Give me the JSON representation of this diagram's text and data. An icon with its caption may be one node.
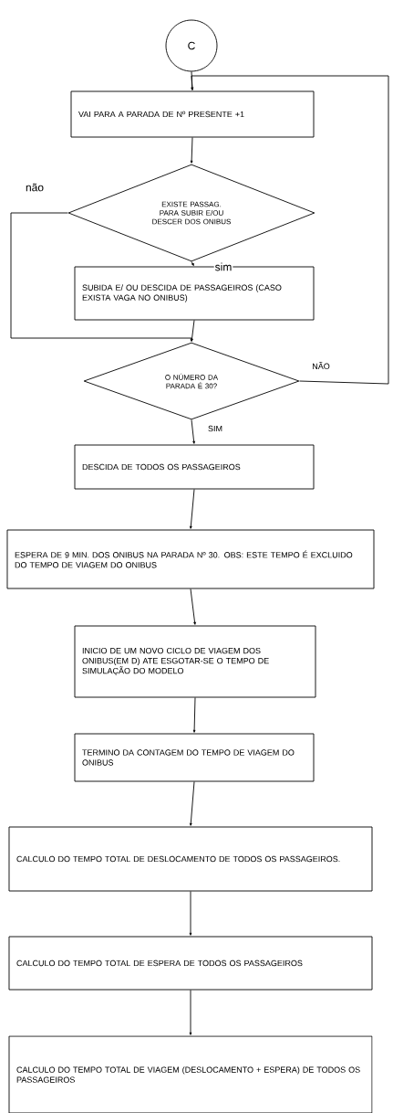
{
  "diagram": {
    "nodes": [
      {
        "text": [
          "C"
        ]
      },
      {
        "text": [
          "VAI PARA A PARADA DE Nº PRESENTE +1"
        ]
      },
      {
        "text": [
          "EXISTE PASSAG. PARA SUBIR E/OU DESCER DOS ONIBUS"
        ]
      },
      {
        "text": [
          "SUBIDA E/ OU DESCIDA DE PASSAGEIROS (CASO EXISTA VAGA NO ONIBUS)"
        ]
      },
      {
        "text": [
          "O NÚMERO DA PARADA É 30?"
        ]
      },
      {
        "text": [
          "DESCIDA DE TODOS OS PASSAGEIROS"
        ]
      },
      {
        "text": [
          "ESPERA DE 9 MIN. DOS ONIBUS NA PARADA Nº 30. OBS: ESTE TEMPO É EXCLUIDO DO TEMPO DE VIAGEM DO ONIBUS"
        ]
      },
      {
        "text": [
          "INICIO DE UM NOVO CICLO DE VIAGEM DOS ONIBUS(EM D) ATE ESGOTAR-SE O TEMPO DE SIMULAÇÃO DO MODELO"
        ]
      },
      {
        "text": [
          "TERMINO DA CONTAGEM DO TEMPO DE VIAGEM DO ONIBUS"
        ]
      },
      {
        "text": [
          "CALCULO DO TEMPO TOTAL DE DESLOCAMENTO DE TODOS OS PASSAGEIROS."
        ]
      },
      {
        "text": [
          "CALCULO DO TEMPO TOTAL DE ESPERA DE TODOS OS PASSAGEIROS"
        ]
      },
      {
        "text": [
          "CALCULO DO TEMPO TOTAL DE VIAGEM (DESLOCAMENTO + ESPERA) DE TODOS OS PASSAGEIROS"
        ]
      }
    ],
    "edges": [
      {
        "from": 0,
        "to": 1,
        "arrow": "to"
      },
      {
        "from": 1,
        "to": 2,
        "arrow": "to"
      },
      {
        "from": 2,
        "to": 3,
        "arrow": "to",
        "label": "sim"
      },
      {
        "from": 2,
        "to": 4,
        "arrow": "to",
        "label": "não"
      },
      {
        "from": 3,
        "to": 4,
        "arrow": "to"
      },
      {
        "from": 4,
        "to": 1,
        "arrow": "to",
        "label": "NÃO"
      },
      {
        "from": 4,
        "to": 5,
        "arrow": "to",
        "label": "SIM"
      },
      {
        "from": 5,
        "to": 6,
        "arrow": "to"
      },
      {
        "from": 6,
        "to": 7,
        "arrow": "to"
      },
      {
        "from": 7,
        "to": 8,
        "arrow": "to"
      },
      {
        "from": 8,
        "to": 9,
        "arrow": "to"
      },
      {
        "from": 9,
        "to": 10,
        "arrow": "to"
      },
      {
        "from": 10,
        "to": 11,
        "arrow": "to"
      }
    ]
  }
}
